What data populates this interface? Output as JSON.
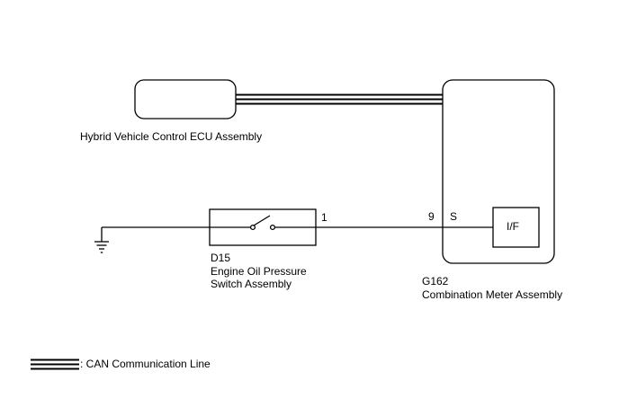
{
  "ecu": {
    "name": "Hybrid Vehicle Control ECU Assembly"
  },
  "meter": {
    "code": "G162",
    "name": "Combination Meter Assembly",
    "interface_label": "I/F",
    "pin_number": "9",
    "pin_name": "S"
  },
  "switch": {
    "code": "D15",
    "name_line1": "Engine Oil Pressure",
    "name_line2": "Switch Assembly",
    "pin_number": "1"
  },
  "legend": {
    "can_line_label": ": CAN Communication Line"
  },
  "colors": {
    "line": "#000000",
    "background": "#ffffff"
  }
}
